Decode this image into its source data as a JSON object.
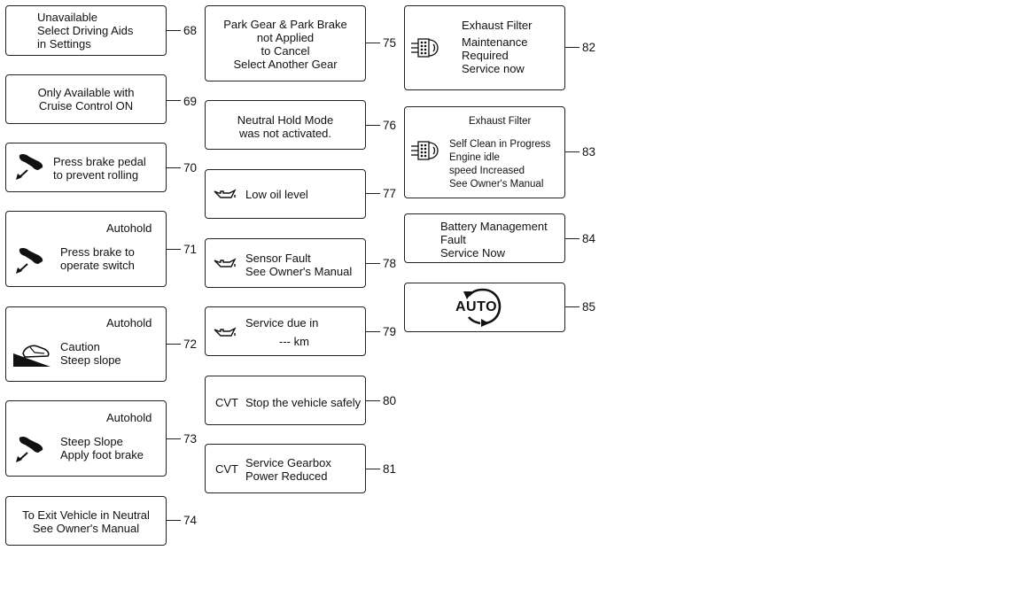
{
  "diagram": {
    "messages": [
      {
        "id": "68",
        "lines": [
          "Unavailable",
          "Select Driving Aids",
          "in Settings"
        ]
      },
      {
        "id": "69",
        "lines": [
          "Only Available with",
          "Cruise Control ON"
        ]
      },
      {
        "id": "70",
        "lines": [
          "Press brake pedal",
          "to prevent rolling"
        ],
        "icon": "foot-pedal-icon"
      },
      {
        "id": "71",
        "header": "Autohold",
        "lines": [
          "Press brake to",
          "operate switch"
        ],
        "icon": "foot-pedal-icon"
      },
      {
        "id": "72",
        "header": "Autohold",
        "lines": [
          "Caution",
          "Steep slope"
        ],
        "icon": "steep-slope-icon"
      },
      {
        "id": "73",
        "header": "Autohold",
        "lines": [
          "Steep Slope",
          "Apply foot brake"
        ],
        "icon": "foot-pedal-icon"
      },
      {
        "id": "74",
        "lines": [
          "To Exit Vehicle in Neutral",
          "See Owner's Manual"
        ]
      },
      {
        "id": "75",
        "lines": [
          "Park Gear & Park Brake",
          "not Applied",
          "to Cancel",
          "Select Another Gear"
        ]
      },
      {
        "id": "76",
        "lines": [
          "Neutral Hold Mode",
          "was not activated."
        ]
      },
      {
        "id": "77",
        "lines": [
          "Low oil level"
        ],
        "icon": "oil-can-icon"
      },
      {
        "id": "78",
        "lines": [
          "Sensor Fault",
          "See Owner's Manual"
        ],
        "icon": "oil-can-icon"
      },
      {
        "id": "79",
        "lines": [
          "Service due in",
          "--- km"
        ],
        "icon": "oil-can-icon"
      },
      {
        "id": "80",
        "prefix": "CVT",
        "lines": [
          "Stop the vehicle safely"
        ]
      },
      {
        "id": "81",
        "prefix": "CVT",
        "lines": [
          "Service Gearbox",
          "Power Reduced"
        ]
      },
      {
        "id": "82",
        "header": "Exhaust Filter",
        "lines": [
          "Maintenance",
          "Required",
          "Service now"
        ],
        "icon": "exhaust-filter-icon"
      },
      {
        "id": "83",
        "header": "Exhaust Filter",
        "lines": [
          "Self Clean in Progress",
          "Engine idle",
          "speed Increased",
          "See Owner's Manual"
        ],
        "icon": "exhaust-filter-icon"
      },
      {
        "id": "84",
        "lines": [
          "Battery Management",
          "Fault",
          "Service Now"
        ]
      },
      {
        "id": "85",
        "label": "AUTO",
        "icon": "auto-cycle-icon"
      }
    ]
  }
}
